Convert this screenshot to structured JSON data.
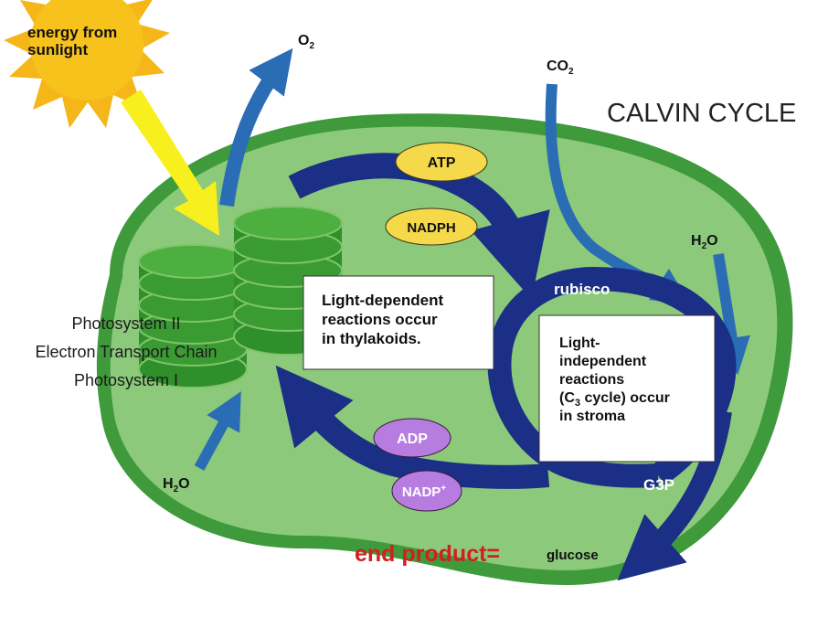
{
  "title": "CALVIN CYCLE",
  "sun_label": [
    "energy from",
    "sunlight"
  ],
  "molecules": {
    "o2": "O",
    "o2_sub": "2",
    "co2": "CO",
    "co2_sub": "2",
    "h2o_right": "H",
    "h2o_right_sub": "2",
    "h2o_right_tail": "O",
    "h2o_left": "H",
    "h2o_left_sub": "2",
    "h2o_left_tail": "O"
  },
  "ovals": {
    "atp": "ATP",
    "nadph": "NADPH",
    "adp": "ADP",
    "nadp": "NADP",
    "nadp_sup": "+"
  },
  "photosystem_labels": [
    "Photosystem II",
    "Electron Transport Chain",
    "Photosystem I"
  ],
  "light_dependent_box": [
    "Light-dependent",
    "reactions occur",
    "in thylakoids."
  ],
  "light_independent_box": [
    "Light-",
    "independent",
    "reactions",
    "(C",
    "3",
    " cycle) occur",
    "in stroma"
  ],
  "rubisco": "rubisco",
  "g3p": "G3P",
  "end_product": "end product=",
  "glucose": "glucose",
  "colors": {
    "chloroplast_fill": "#8cc97a",
    "chloroplast_outline": "#3e9a3a",
    "thylakoid": "#2f8f2a",
    "arrow_navy": "#1b2f86",
    "arrow_blue": "#2a6db5",
    "sun": "#f5b619",
    "oval_yellow": "#f6d94b",
    "oval_purple": "#b77ce0",
    "end_product": "#d21f1f"
  }
}
